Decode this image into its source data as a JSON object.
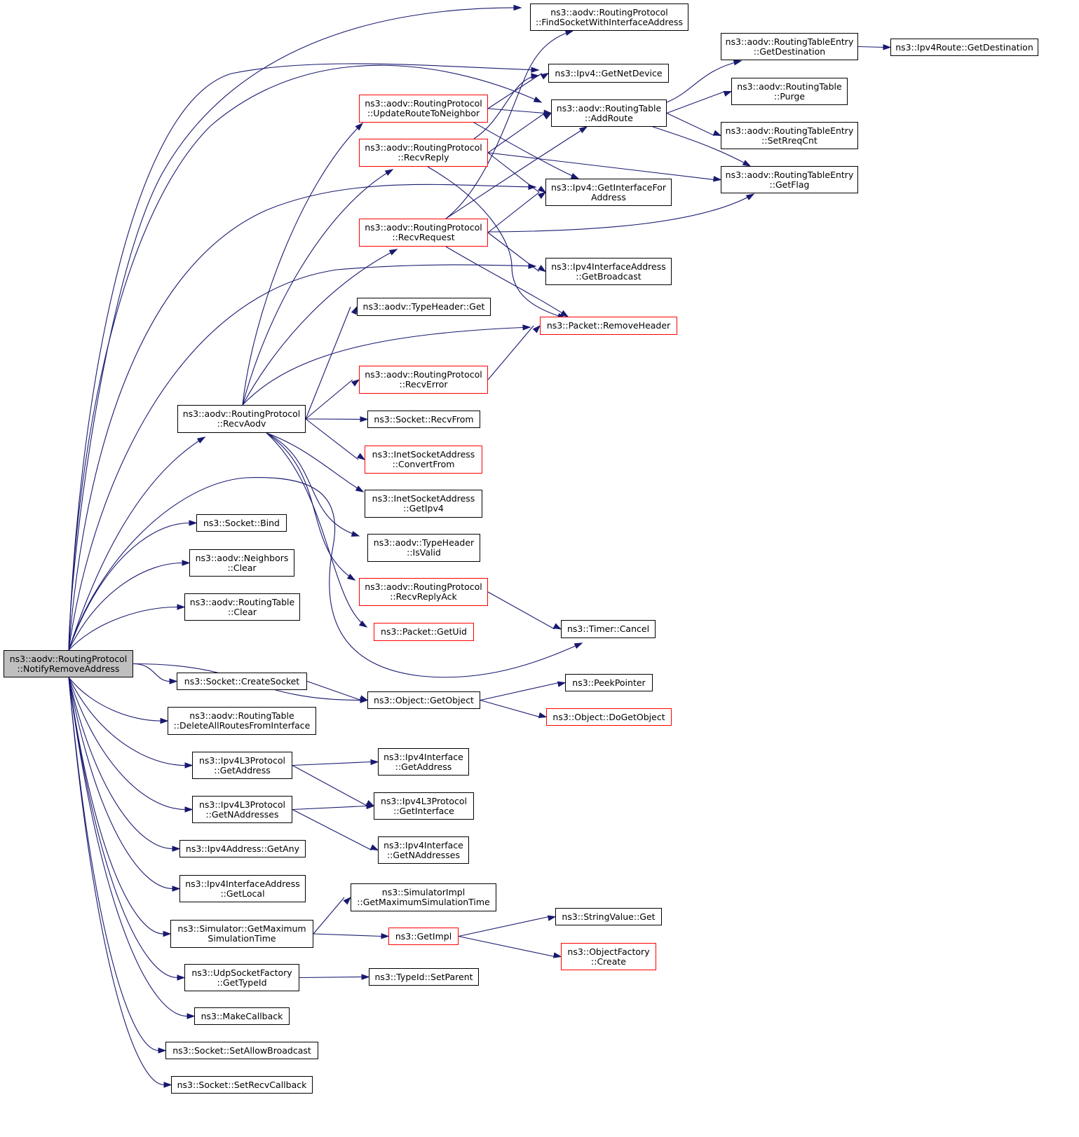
{
  "colors": {
    "edge": "#191970",
    "normal_border": "#000000",
    "truncated_border": "#ff0000",
    "root_fill": "#bfbfbf"
  },
  "nodes": {
    "root": {
      "lines": [
        "ns3::aodv::RoutingProtocol",
        "::NotifyRemoveAddress"
      ],
      "border": "black",
      "fill": "grey"
    },
    "recvAodv": {
      "lines": [
        "ns3::aodv::RoutingProtocol",
        "::RecvAodv"
      ],
      "border": "black"
    },
    "findSocket": {
      "lines": [
        "ns3::aodv::RoutingProtocol",
        "::FindSocketWithInterfaceAddress"
      ],
      "border": "black"
    },
    "getNetDevice": {
      "lines": [
        "ns3::Ipv4::GetNetDevice"
      ],
      "border": "black"
    },
    "addRoute": {
      "lines": [
        "ns3::aodv::RoutingTable",
        "::AddRoute"
      ],
      "border": "black"
    },
    "updateRoute": {
      "lines": [
        "ns3::aodv::RoutingProtocol",
        "::UpdateRouteToNeighbor"
      ],
      "border": "red"
    },
    "recvReply": {
      "lines": [
        "ns3::aodv::RoutingProtocol",
        "::RecvReply"
      ],
      "border": "red"
    },
    "getInterfaceFor": {
      "lines": [
        "ns3::Ipv4::GetInterfaceFor",
        "Address"
      ],
      "border": "black"
    },
    "recvRequest": {
      "lines": [
        "ns3::aodv::RoutingProtocol",
        "::RecvRequest"
      ],
      "border": "red"
    },
    "getBroadcast": {
      "lines": [
        "ns3::Ipv4InterfaceAddress",
        "::GetBroadcast"
      ],
      "border": "black"
    },
    "typeHeaderGet": {
      "lines": [
        "ns3::aodv::TypeHeader::Get"
      ],
      "border": "black"
    },
    "removeHeader": {
      "lines": [
        "ns3::Packet::RemoveHeader"
      ],
      "border": "red"
    },
    "recvError": {
      "lines": [
        "ns3::aodv::RoutingProtocol",
        "::RecvError"
      ],
      "border": "red"
    },
    "recvFrom": {
      "lines": [
        "ns3::Socket::RecvFrom"
      ],
      "border": "black"
    },
    "convertFrom": {
      "lines": [
        "ns3::InetSocketAddress",
        "::ConvertFrom"
      ],
      "border": "red"
    },
    "getIpv4": {
      "lines": [
        "ns3::InetSocketAddress",
        "::GetIpv4"
      ],
      "border": "black"
    },
    "isValid": {
      "lines": [
        "ns3::aodv::TypeHeader",
        "::IsValid"
      ],
      "border": "black"
    },
    "recvReplyAck": {
      "lines": [
        "ns3::aodv::RoutingProtocol",
        "::RecvReplyAck"
      ],
      "border": "red"
    },
    "getUid": {
      "lines": [
        "ns3::Packet::GetUid"
      ],
      "border": "red"
    },
    "timerCancel": {
      "lines": [
        "ns3::Timer::Cancel"
      ],
      "border": "black"
    },
    "getDestination": {
      "lines": [
        "ns3::aodv::RoutingTableEntry",
        "::GetDestination"
      ],
      "border": "black"
    },
    "ipv4RouteGetDest": {
      "lines": [
        "ns3::Ipv4Route::GetDestination"
      ],
      "border": "black"
    },
    "purge": {
      "lines": [
        "ns3::aodv::RoutingTable",
        "::Purge"
      ],
      "border": "black"
    },
    "setRreqCnt": {
      "lines": [
        "ns3::aodv::RoutingTableEntry",
        "::SetRreqCnt"
      ],
      "border": "black"
    },
    "getFlag": {
      "lines": [
        "ns3::aodv::RoutingTableEntry",
        "::GetFlag"
      ],
      "border": "black"
    },
    "socketBind": {
      "lines": [
        "ns3::Socket::Bind"
      ],
      "border": "black"
    },
    "neighborsClear": {
      "lines": [
        "ns3::aodv::Neighbors",
        "::Clear"
      ],
      "border": "black"
    },
    "rtClear": {
      "lines": [
        "ns3::aodv::RoutingTable",
        "::Clear"
      ],
      "border": "black"
    },
    "createSocket": {
      "lines": [
        "ns3::Socket::CreateSocket"
      ],
      "border": "black"
    },
    "getObject": {
      "lines": [
        "ns3::Object::GetObject"
      ],
      "border": "black"
    },
    "peekPointer": {
      "lines": [
        "ns3::PeekPointer"
      ],
      "border": "black"
    },
    "doGetObject": {
      "lines": [
        "ns3::Object::DoGetObject"
      ],
      "border": "red"
    },
    "deleteAllRoutes": {
      "lines": [
        "ns3::aodv::RoutingTable",
        "::DeleteAllRoutesFromInterface"
      ],
      "border": "black"
    },
    "l3GetAddress": {
      "lines": [
        "ns3::Ipv4L3Protocol",
        "::GetAddress"
      ],
      "border": "black"
    },
    "ifGetAddress": {
      "lines": [
        "ns3::Ipv4Interface",
        "::GetAddress"
      ],
      "border": "black"
    },
    "l3GetInterface": {
      "lines": [
        "ns3::Ipv4L3Protocol",
        "::GetInterface"
      ],
      "border": "black"
    },
    "l3GetNAddresses": {
      "lines": [
        "ns3::Ipv4L3Protocol",
        "::GetNAddresses"
      ],
      "border": "black"
    },
    "ifGetNAddresses": {
      "lines": [
        "ns3::Ipv4Interface",
        "::GetNAddresses"
      ],
      "border": "black"
    },
    "getAny": {
      "lines": [
        "ns3::Ipv4Address::GetAny"
      ],
      "border": "black"
    },
    "getLocal": {
      "lines": [
        "ns3::Ipv4InterfaceAddress",
        "::GetLocal"
      ],
      "border": "black"
    },
    "simImplMax": {
      "lines": [
        "ns3::SimulatorImpl",
        "::GetMaximumSimulationTime"
      ],
      "border": "black"
    },
    "simGetMax": {
      "lines": [
        "ns3::Simulator::GetMaximum",
        "SimulationTime"
      ],
      "border": "black"
    },
    "getImpl": {
      "lines": [
        "ns3::GetImpl"
      ],
      "border": "red"
    },
    "stringValueGet": {
      "lines": [
        "ns3::StringValue::Get"
      ],
      "border": "black"
    },
    "objectFactoryCreate": {
      "lines": [
        "ns3::ObjectFactory",
        "::Create"
      ],
      "border": "red"
    },
    "udpGetTypeId": {
      "lines": [
        "ns3::UdpSocketFactory",
        "::GetTypeId"
      ],
      "border": "black"
    },
    "setParent": {
      "lines": [
        "ns3::TypeId::SetParent"
      ],
      "border": "black"
    },
    "makeCallback": {
      "lines": [
        "ns3::MakeCallback"
      ],
      "border": "black"
    },
    "setAllowBroadcast": {
      "lines": [
        "ns3::Socket::SetAllowBroadcast"
      ],
      "border": "black"
    },
    "setRecvCallback": {
      "lines": [
        "ns3::Socket::SetRecvCallback"
      ],
      "border": "black"
    }
  },
  "edges": [
    [
      "root",
      "findSocket"
    ],
    [
      "root",
      "getNetDevice"
    ],
    [
      "root",
      "addRoute"
    ],
    [
      "root",
      "getInterfaceFor"
    ],
    [
      "root",
      "getBroadcast"
    ],
    [
      "root",
      "recvAodv"
    ],
    [
      "root",
      "timerCancel"
    ],
    [
      "root",
      "socketBind"
    ],
    [
      "root",
      "neighborsClear"
    ],
    [
      "root",
      "rtClear"
    ],
    [
      "root",
      "getObject"
    ],
    [
      "root",
      "createSocket"
    ],
    [
      "root",
      "deleteAllRoutes"
    ],
    [
      "root",
      "l3GetAddress"
    ],
    [
      "root",
      "l3GetNAddresses"
    ],
    [
      "root",
      "getAny"
    ],
    [
      "root",
      "getLocal"
    ],
    [
      "root",
      "simGetMax"
    ],
    [
      "root",
      "udpGetTypeId"
    ],
    [
      "root",
      "makeCallback"
    ],
    [
      "root",
      "setAllowBroadcast"
    ],
    [
      "root",
      "setRecvCallback"
    ],
    [
      "recvAodv",
      "updateRoute"
    ],
    [
      "recvAodv",
      "recvReply"
    ],
    [
      "recvAodv",
      "recvRequest"
    ],
    [
      "recvAodv",
      "typeHeaderGet"
    ],
    [
      "recvAodv",
      "removeHeader"
    ],
    [
      "recvAodv",
      "recvError"
    ],
    [
      "recvAodv",
      "recvFrom"
    ],
    [
      "recvAodv",
      "convertFrom"
    ],
    [
      "recvAodv",
      "getIpv4"
    ],
    [
      "recvAodv",
      "isValid"
    ],
    [
      "recvAodv",
      "recvReplyAck"
    ],
    [
      "recvAodv",
      "getUid"
    ],
    [
      "updateRoute",
      "getNetDevice"
    ],
    [
      "updateRoute",
      "addRoute"
    ],
    [
      "updateRoute",
      "getInterfaceFor"
    ],
    [
      "recvReply",
      "getNetDevice"
    ],
    [
      "recvReply",
      "addRoute"
    ],
    [
      "recvReply",
      "getInterfaceFor"
    ],
    [
      "recvReply",
      "getFlag"
    ],
    [
      "recvReply",
      "removeHeader"
    ],
    [
      "recvRequest",
      "findSocket"
    ],
    [
      "recvRequest",
      "addRoute"
    ],
    [
      "recvRequest",
      "getInterfaceFor"
    ],
    [
      "recvRequest",
      "getFlag"
    ],
    [
      "recvRequest",
      "getBroadcast"
    ],
    [
      "recvRequest",
      "removeHeader"
    ],
    [
      "recvError",
      "removeHeader"
    ],
    [
      "recvReplyAck",
      "timerCancel"
    ],
    [
      "addRoute",
      "getDestination"
    ],
    [
      "addRoute",
      "purge"
    ],
    [
      "addRoute",
      "setRreqCnt"
    ],
    [
      "addRoute",
      "getFlag"
    ],
    [
      "getDestination",
      "ipv4RouteGetDest"
    ],
    [
      "createSocket",
      "getObject"
    ],
    [
      "getObject",
      "peekPointer"
    ],
    [
      "getObject",
      "doGetObject"
    ],
    [
      "l3GetAddress",
      "ifGetAddress"
    ],
    [
      "l3GetAddress",
      "l3GetInterface"
    ],
    [
      "l3GetNAddresses",
      "l3GetInterface"
    ],
    [
      "l3GetNAddresses",
      "ifGetNAddresses"
    ],
    [
      "simGetMax",
      "simImplMax"
    ],
    [
      "simGetMax",
      "getImpl"
    ],
    [
      "getImpl",
      "stringValueGet"
    ],
    [
      "getImpl",
      "objectFactoryCreate"
    ],
    [
      "udpGetTypeId",
      "setParent"
    ]
  ]
}
